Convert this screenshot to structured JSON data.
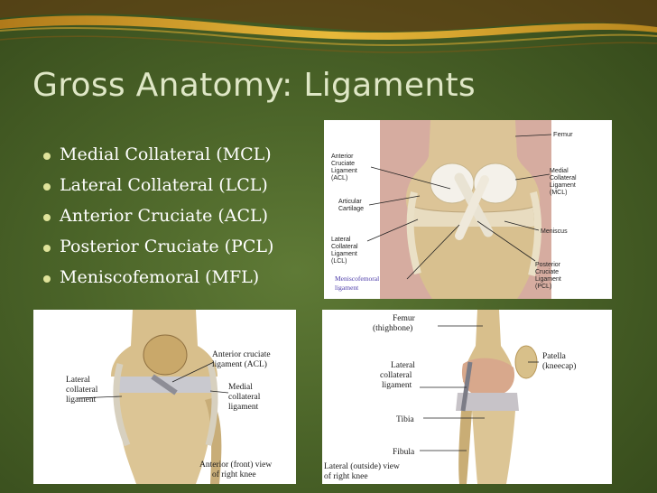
{
  "slide": {
    "title": "Gross Anatomy: Ligaments",
    "bullets": [
      "Medial Collateral (MCL)",
      "Lateral Collateral (LCL)",
      "Anterior Cruciate (ACL)",
      "Posterior Cruciate (PCL)",
      "Meniscofemoral (MFL)"
    ]
  },
  "figure_top": {
    "femur": "Femur",
    "acl": [
      "Anterior",
      "Cruciate",
      "Ligament",
      "(ACL)"
    ],
    "mcl": [
      "Medial",
      "Collateral",
      "Ligament",
      "(MCL)"
    ],
    "cartilage": [
      "Articular",
      "Cartilage"
    ],
    "meniscus": "Meniscus",
    "lcl": [
      "Lateral",
      "Collateral",
      "Ligament",
      "(LCL)"
    ],
    "pcl": [
      "Posterior",
      "Cruciate",
      "Ligament",
      "(PCL)"
    ],
    "mfl": [
      "Meniscofemoral",
      "ligament"
    ]
  },
  "figure_front": {
    "acl": [
      "Anterior cruciate",
      "ligament (ACL)"
    ],
    "lcl": [
      "Lateral",
      "collateral",
      "ligament"
    ],
    "mcl": [
      "Medial",
      "collateral",
      "ligament"
    ],
    "caption": [
      "Anterior (front) view",
      "of right knee"
    ]
  },
  "figure_side": {
    "femur": [
      "Femur",
      "(thighbone)"
    ],
    "patella": [
      "Patella",
      "(kneecap)"
    ],
    "lcl": [
      "Lateral",
      "collateral",
      "ligament"
    ],
    "tibia": "Tibia",
    "fibula": "Fibula",
    "caption": [
      "Lateral (outside) view",
      "of right knee"
    ]
  }
}
